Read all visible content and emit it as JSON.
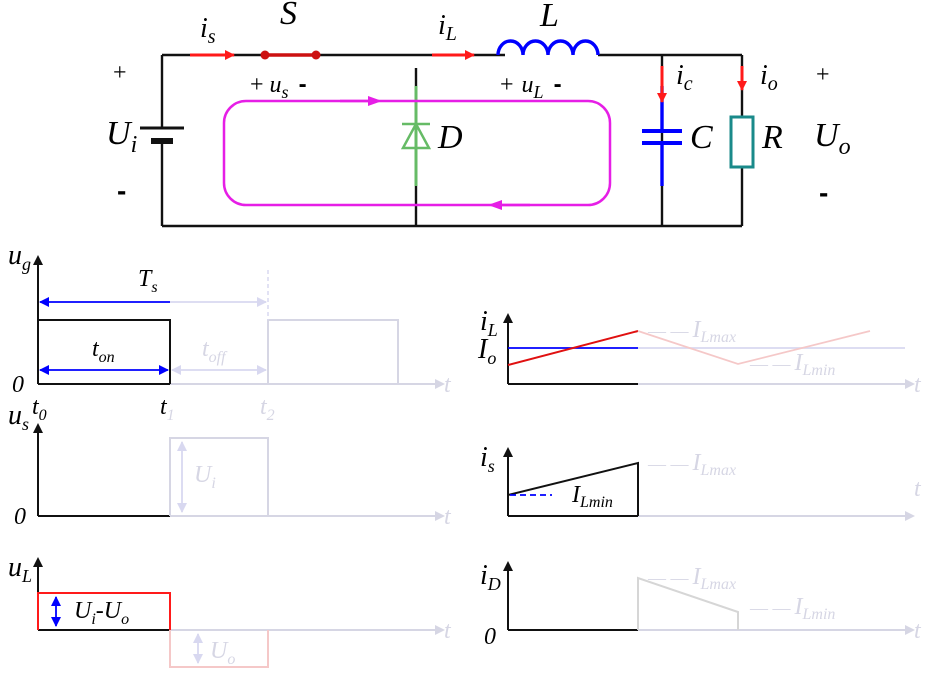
{
  "circuit": {
    "switch": "S",
    "inductor": "L",
    "diode": "D",
    "capacitor": "C",
    "resistor": "R",
    "input_voltage": {
      "base": "U",
      "sub": "i"
    },
    "output_voltage": {
      "base": "U",
      "sub": "o"
    },
    "source_current": {
      "base": "i",
      "sub": "s"
    },
    "inductor_current": {
      "base": "i",
      "sub": "L"
    },
    "cap_current": {
      "base": "i",
      "sub": "c"
    },
    "output_current": {
      "base": "i",
      "sub": "o"
    },
    "switch_voltage": {
      "plus": "+",
      "base": "u",
      "sub": "s",
      "minus": "-"
    },
    "inductor_voltage": {
      "plus": "+",
      "base": "u",
      "sub": "L",
      "minus": "-"
    },
    "plus": "+",
    "minus": "-",
    "colors": {
      "loop": "#e61ee6",
      "inductor": "#0000ff",
      "switch": "#cc1111",
      "current_arrows": "#ff1a1a",
      "diode": "#66bb66",
      "resistor": "#1a8a8a",
      "capacitor": "#0000ff"
    }
  },
  "waveforms": {
    "ug": {
      "axis": {
        "base": "u",
        "sub": "g"
      },
      "Ts": {
        "base": "T",
        "sub": "s"
      },
      "ton": {
        "base": "t",
        "sub": "on"
      },
      "toff": {
        "base": "t",
        "sub": "off"
      },
      "zero": "0",
      "t": "t",
      "t0": {
        "base": "t",
        "sub": "0"
      },
      "t1": {
        "base": "t",
        "sub": "1"
      },
      "t2": {
        "base": "t",
        "sub": "2"
      }
    },
    "us": {
      "axis": {
        "base": "u",
        "sub": "s"
      },
      "zero": "0",
      "t": "t",
      "level": {
        "base": "U",
        "sub": "i"
      }
    },
    "uL": {
      "axis": {
        "base": "u",
        "sub": "L"
      },
      "t": "t",
      "level_pos": "U",
      "level_pos_sub1": "i",
      "level_pos_mid": "-U",
      "level_pos_sub2": "o",
      "level_neg": {
        "base": "U",
        "sub": "o"
      }
    },
    "iL": {
      "axis": {
        "base": "i",
        "sub": "L"
      },
      "Io": {
        "base": "I",
        "sub": "o"
      },
      "t": "t",
      "max": {
        "prefix": "— —",
        "base": "I",
        "sub": "Lmax"
      },
      "min": {
        "prefix": "— —",
        "base": "I",
        "sub": "Lmin"
      }
    },
    "is": {
      "axis": {
        "base": "i",
        "sub": "s"
      },
      "t": "t",
      "max": {
        "prefix": "— —",
        "base": "I",
        "sub": "Lmax"
      },
      "min": {
        "base": "I",
        "sub": "Lmin"
      }
    },
    "iD": {
      "axis": {
        "base": "i",
        "sub": "D"
      },
      "zero": "0",
      "t": "t",
      "max": {
        "prefix": "— —",
        "base": "I",
        "sub": "Lmax"
      },
      "min": {
        "prefix": "— —",
        "base": "I",
        "sub": "Lmin"
      }
    }
  }
}
